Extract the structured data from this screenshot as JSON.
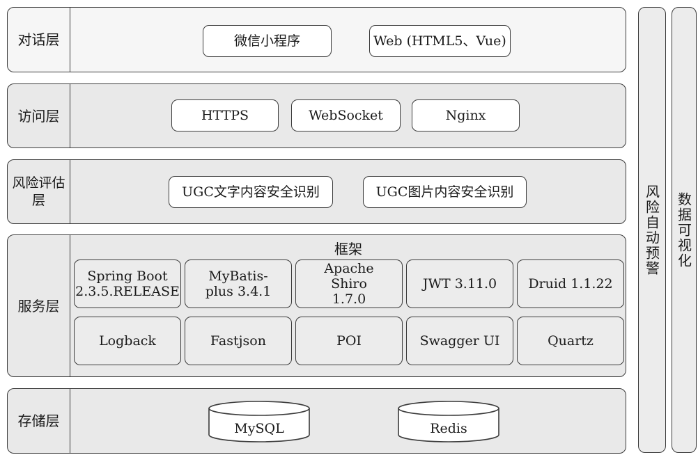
{
  "layers": {
    "dialog": {
      "label": "对话层",
      "items": [
        "微信小程序",
        "Web (HTML5、Vue)"
      ]
    },
    "access": {
      "label": "访问层",
      "items": [
        "HTTPS",
        "WebSocket",
        "Nginx"
      ]
    },
    "risk": {
      "label": "风险评估层",
      "items": [
        "UGC文字内容安全识别",
        "UGC图片内容安全识别"
      ]
    },
    "service": {
      "label": "服务层",
      "framework_title": "框架",
      "row1": [
        "Spring Boot 2.3.5.RELEASE",
        "MyBatis-plus 3.4.1",
        "Apache Shiro 1.7.0",
        "JWT 3.11.0",
        "Druid 1.1.22"
      ],
      "row2": [
        "Logback",
        "Fastjson",
        "POI",
        "Swagger UI",
        "Quartz"
      ]
    },
    "storage": {
      "label": "存储层",
      "items": [
        "MySQL",
        "Redis"
      ]
    }
  },
  "side_panels": {
    "warning": "风险自动预警",
    "visualization": "数据可视化"
  }
}
